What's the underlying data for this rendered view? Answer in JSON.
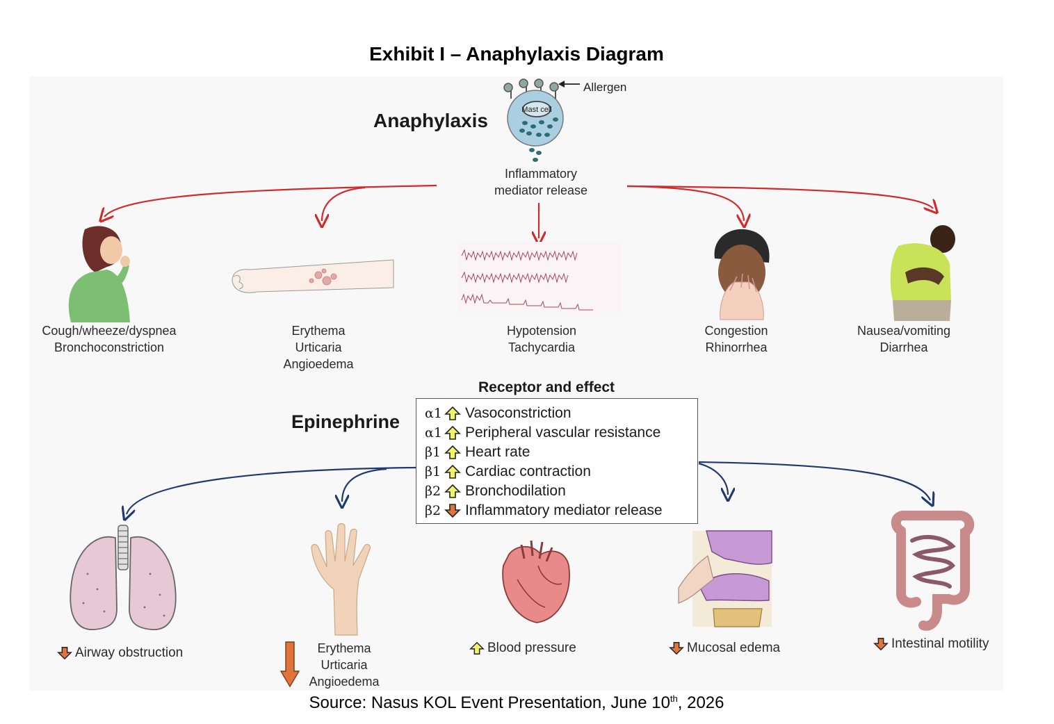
{
  "title": "Exhibit I – Anaphylaxis Diagram",
  "top": {
    "heading": "Anaphylaxis",
    "allergen_label": "Allergen",
    "cell_label": "Mast cell",
    "release_line1": "Inflammatory",
    "release_line2": "mediator release"
  },
  "symptoms": [
    {
      "icon": "coughing-woman",
      "lines": [
        "Cough/wheeze/dyspnea",
        "Bronchoconstriction"
      ]
    },
    {
      "icon": "arm-rash",
      "lines": [
        "Erythema",
        "Urticaria",
        "Angioedema"
      ]
    },
    {
      "icon": "ecg-trace",
      "lines": [
        "Hypotension",
        "Tachycardia"
      ]
    },
    {
      "icon": "sneezing-man",
      "lines": [
        "Congestion",
        "Rhinorrhea"
      ]
    },
    {
      "icon": "stomach-pain-man",
      "lines": [
        "Nausea/vomiting",
        "Diarrhea"
      ]
    }
  ],
  "epinephrine": {
    "heading": "Epinephrine",
    "receptor_title": "Receptor and effect",
    "rows": [
      {
        "receptor": "α1",
        "direction": "up",
        "effect": "Vasoconstriction"
      },
      {
        "receptor": "α1",
        "direction": "up",
        "effect": "Peripheral vascular resistance"
      },
      {
        "receptor": "β1",
        "direction": "up",
        "effect": "Heart rate"
      },
      {
        "receptor": "β1",
        "direction": "up",
        "effect": "Cardiac contraction"
      },
      {
        "receptor": "β2",
        "direction": "up",
        "effect": "Bronchodilation"
      },
      {
        "receptor": "β2",
        "direction": "down",
        "effect": "Inflammatory mediator release"
      }
    ]
  },
  "effects": [
    {
      "icon": "lungs",
      "direction": "down",
      "label": "Airway obstruction"
    },
    {
      "icon": "hand",
      "direction": "down",
      "lines": [
        "Erythema",
        "Urticaria",
        "Angioedema"
      ]
    },
    {
      "icon": "heart",
      "direction": "up",
      "label": "Blood pressure"
    },
    {
      "icon": "nasal-cavity",
      "direction": "down",
      "label": "Mucosal edema"
    },
    {
      "icon": "intestines",
      "direction": "down",
      "label": "Intestinal motility"
    }
  ],
  "source": {
    "prefix": "Source: Nasus KOL Event Presentation, June 10",
    "superscript": "th",
    "suffix": ", 2026"
  },
  "colors": {
    "anaphylaxis_arrow": "#d12a2a",
    "epinephrine_arrow": "#1f3a6e",
    "up_arrow_fill": "#f3f36a",
    "down_arrow_fill": "#e0743a"
  }
}
